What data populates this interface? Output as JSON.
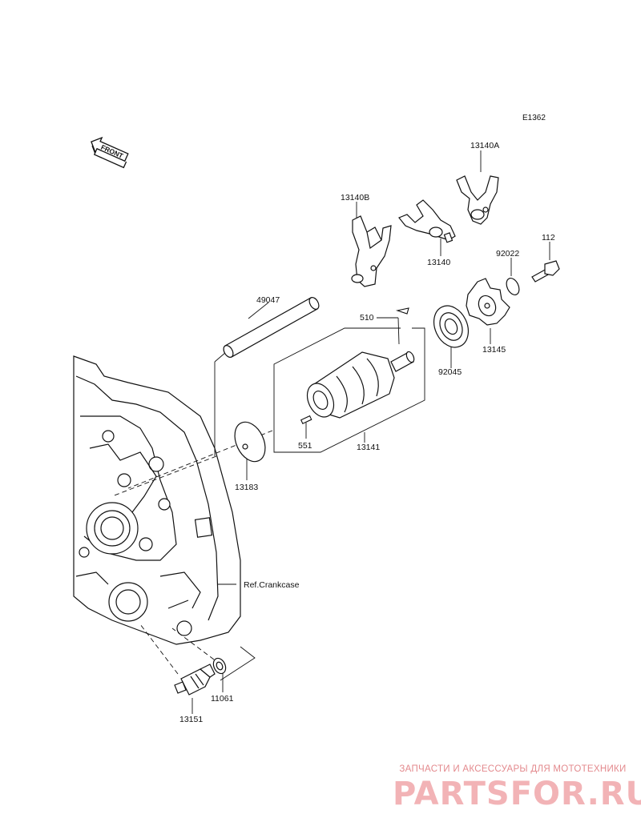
{
  "diagram_code": "E1362",
  "front_label": "FRONT",
  "parts": {
    "p13140A": "13140A",
    "p13140B": "13140B",
    "p13140": "13140",
    "p92022": "92022",
    "p112": "112",
    "p49047": "49047",
    "p510": "510",
    "p13145": "13145",
    "p92045": "92045",
    "p551": "551",
    "p13141": "13141",
    "p13183": "13183",
    "p11061": "11061",
    "p13151": "13151"
  },
  "ref_label": "Ref.Crankcase",
  "watermark": {
    "tagline": "ЗАПЧАСТИ И АКСЕССУАРЫ ДЛЯ МОТОТЕХНИКИ",
    "logo": "PARTSFOR.RU"
  }
}
